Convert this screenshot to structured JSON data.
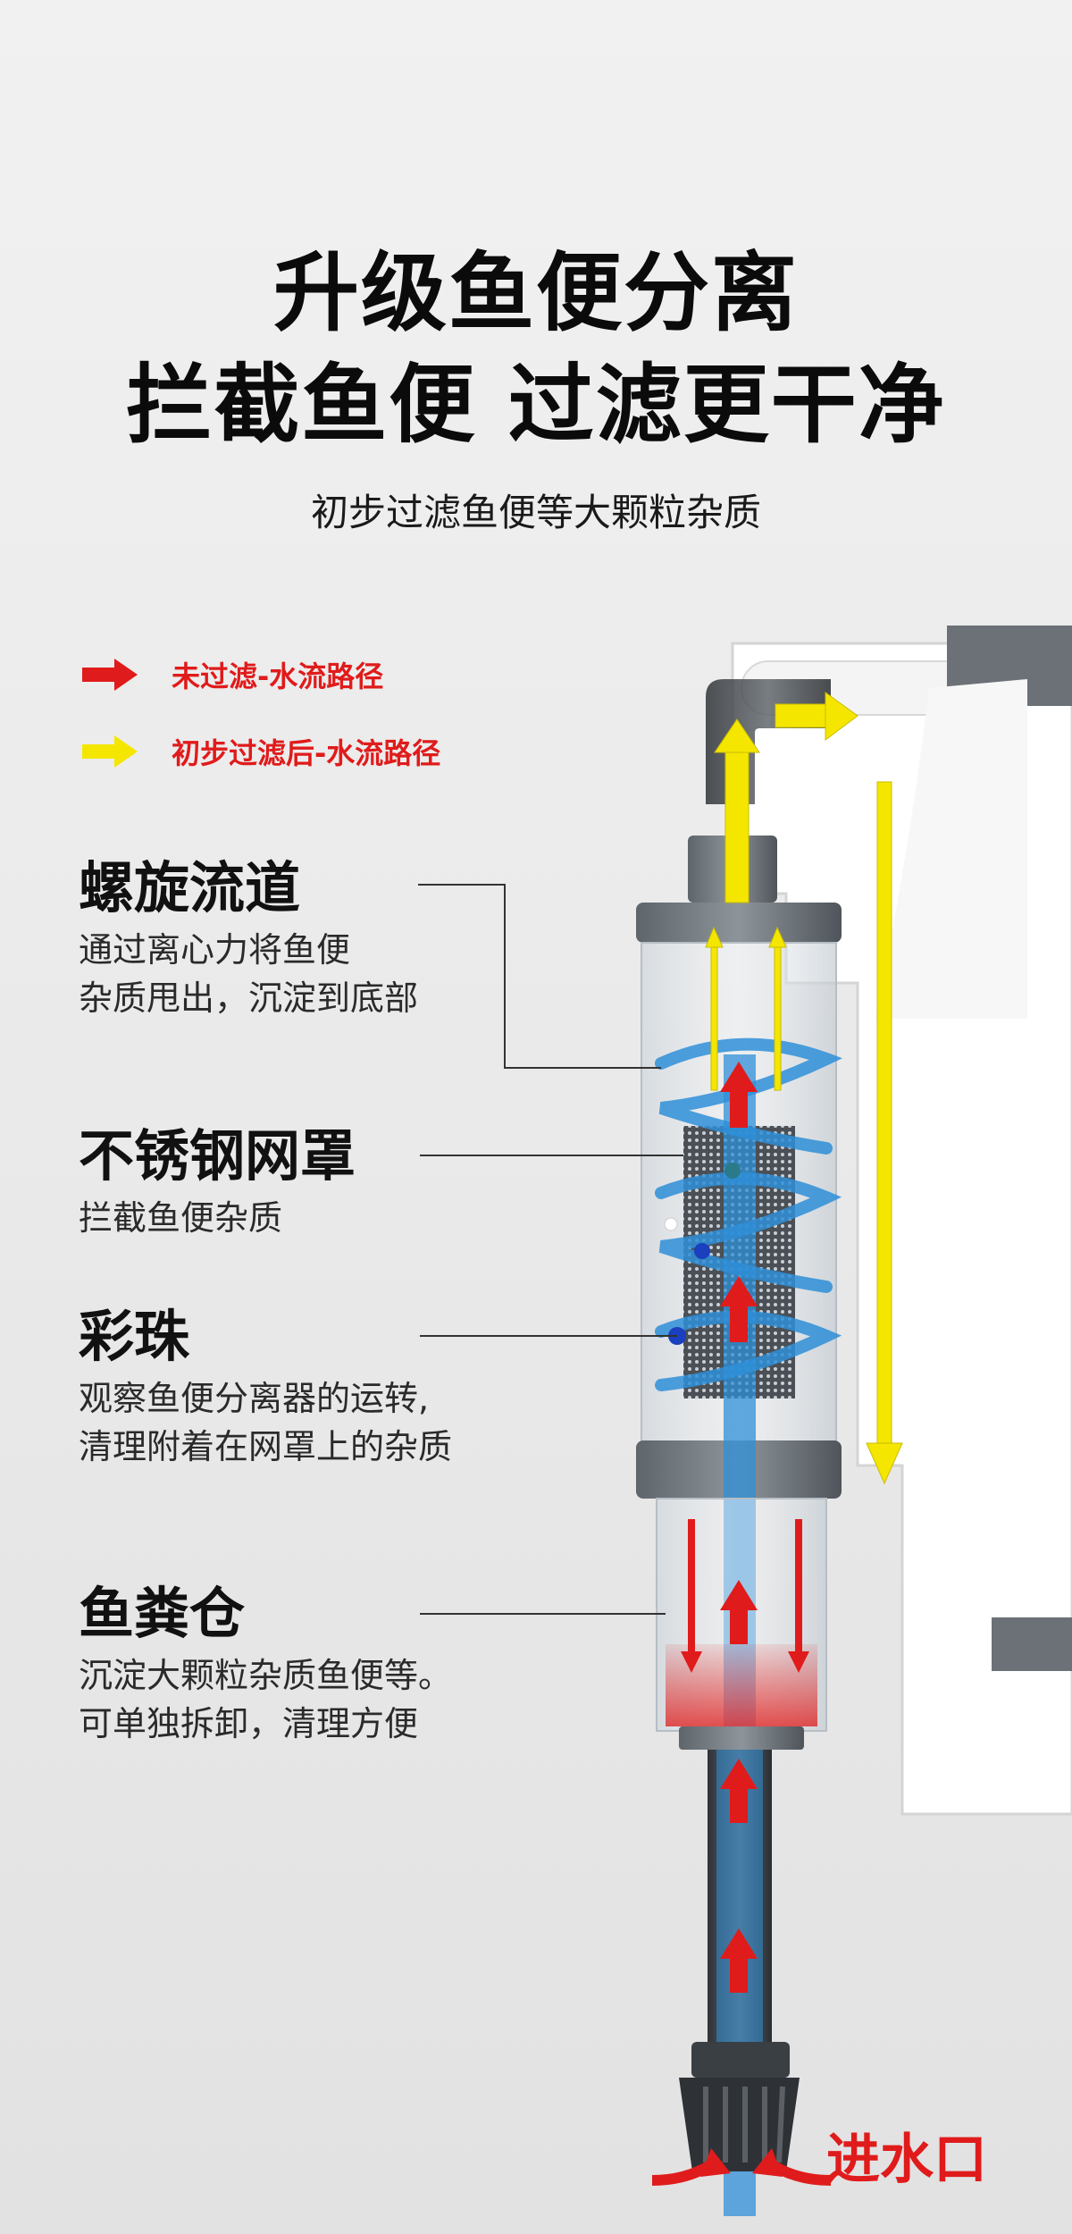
{
  "headline": {
    "line1": "升级鱼便分离",
    "line2": "拦截鱼便 过滤更干净",
    "subtitle": "初步过滤鱼便等大颗粒杂质"
  },
  "legend": [
    {
      "label": "未过滤-水流路径",
      "color": "#e01b1b"
    },
    {
      "label": "初步过滤后-水流路径",
      "color": "#f5e600"
    }
  ],
  "features": [
    {
      "name": "螺旋流道",
      "desc": [
        "通过离心力将鱼便",
        "杂质甩出，沉淀到底部"
      ]
    },
    {
      "name": "不锈钢网罩",
      "desc": [
        "拦截鱼便杂质"
      ]
    },
    {
      "name": "彩珠",
      "desc": [
        "观察鱼便分离器的运转,",
        "清理附着在网罩上的杂质"
      ]
    },
    {
      "name": "鱼粪仓",
      "desc": [
        "沉淀大颗粒杂质鱼便等。",
        "可单独拆卸，清理方便"
      ]
    }
  ],
  "inlet_label": "进水口",
  "colors": {
    "unfiltered_arrow": "#e01b1b",
    "filtered_arrow": "#f5e600",
    "water_blue": "#2f8fd8"
  }
}
